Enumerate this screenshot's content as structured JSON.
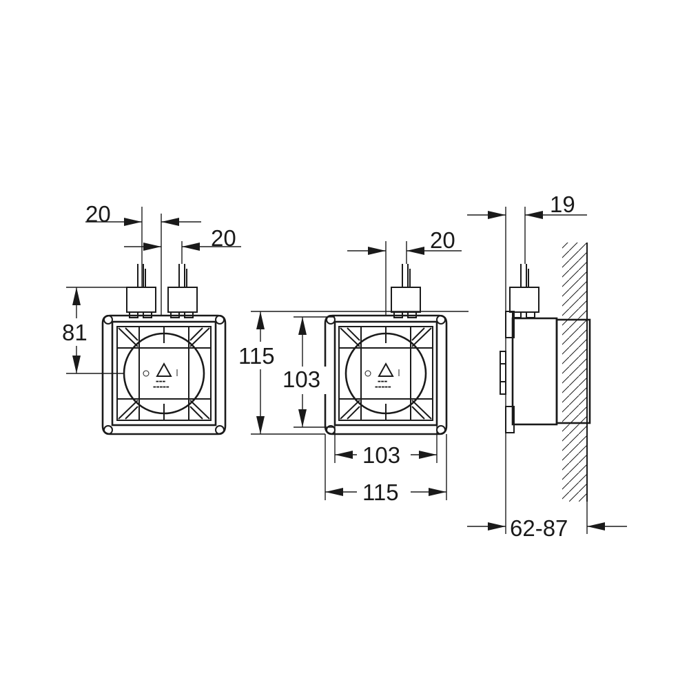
{
  "dimensions": {
    "left_top_spacing": "20",
    "left_side_spacing": "20",
    "left_height": "81",
    "mid_top_spacing": "20",
    "mid_outer_height": "115",
    "mid_inner_height": "103",
    "mid_inner_width": "103",
    "mid_outer_width": "115",
    "side_offset": "19",
    "side_depth": "62-87"
  },
  "icons": {
    "recycle": "recycle-icon"
  }
}
